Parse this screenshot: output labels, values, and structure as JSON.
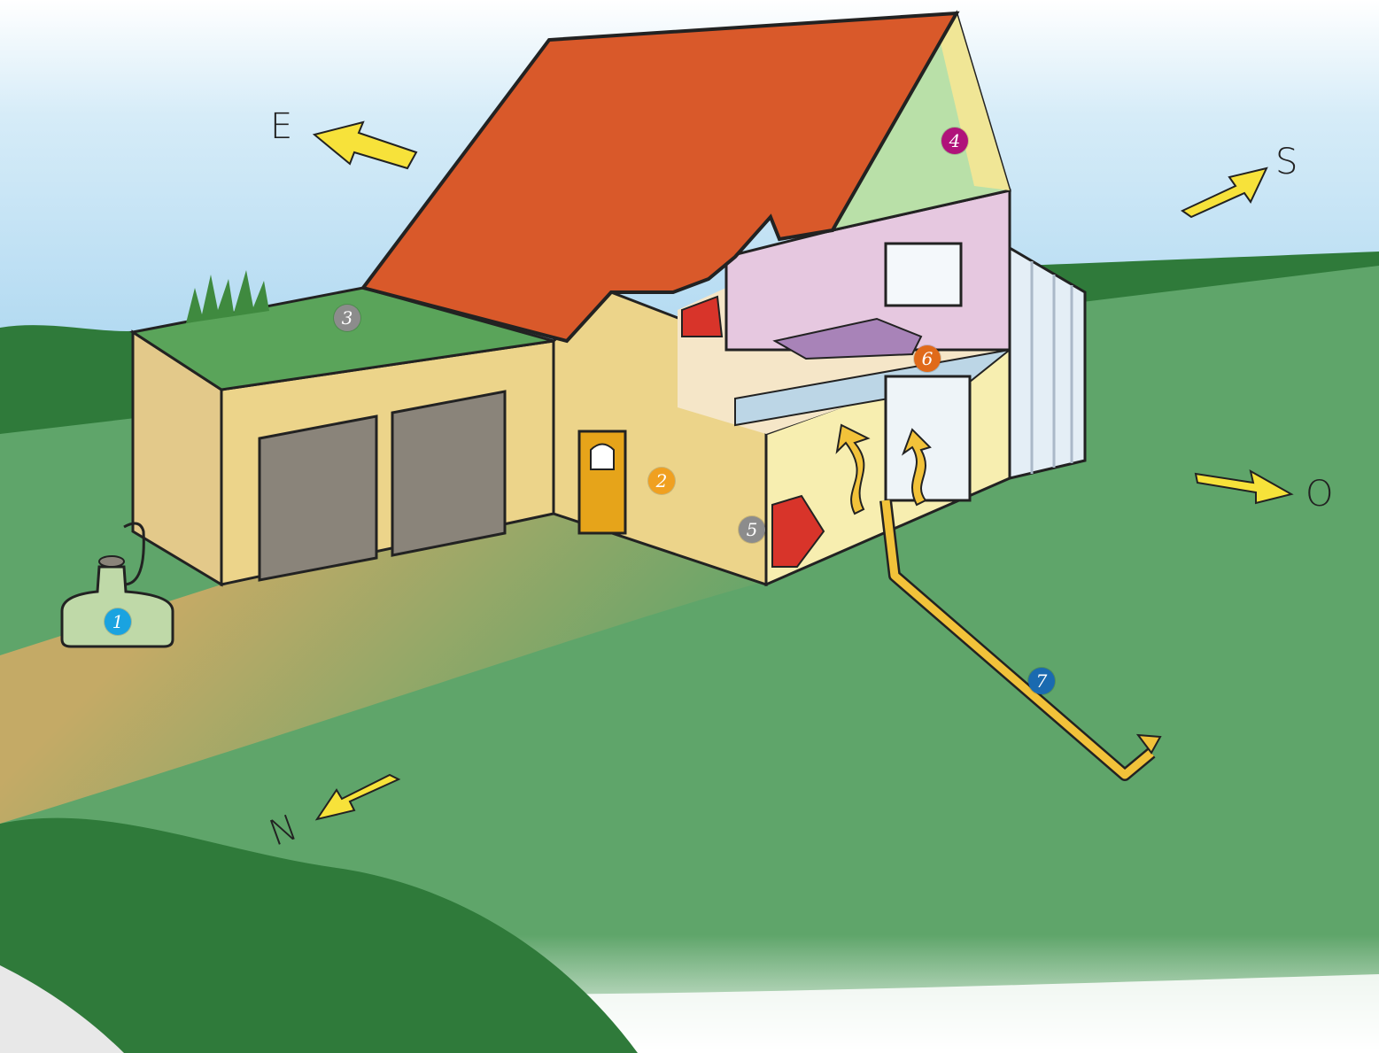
{
  "compass": {
    "east": "E",
    "south": "S",
    "west": "O",
    "north": "N"
  },
  "markers": [
    {
      "label": "1",
      "color": "#1aa3e0"
    },
    {
      "label": "2",
      "color": "#f0a020"
    },
    {
      "label": "3",
      "color": "#8c8c8c"
    },
    {
      "label": "4",
      "color": "#b0127a"
    },
    {
      "label": "5",
      "color": "#8c8c8c"
    },
    {
      "label": "6",
      "color": "#e06a1a"
    },
    {
      "label": "7",
      "color": "#1a6ab0"
    }
  ],
  "colors": {
    "sky": "#a9d6f0",
    "grass": "#5fa56a",
    "hedge": "#2f7a3a",
    "roof": "#d9592a",
    "wall": "#ecd48a",
    "garage_door": "#8a847a",
    "arrow": "#f7e23a",
    "driveway": "#c9ae68"
  }
}
